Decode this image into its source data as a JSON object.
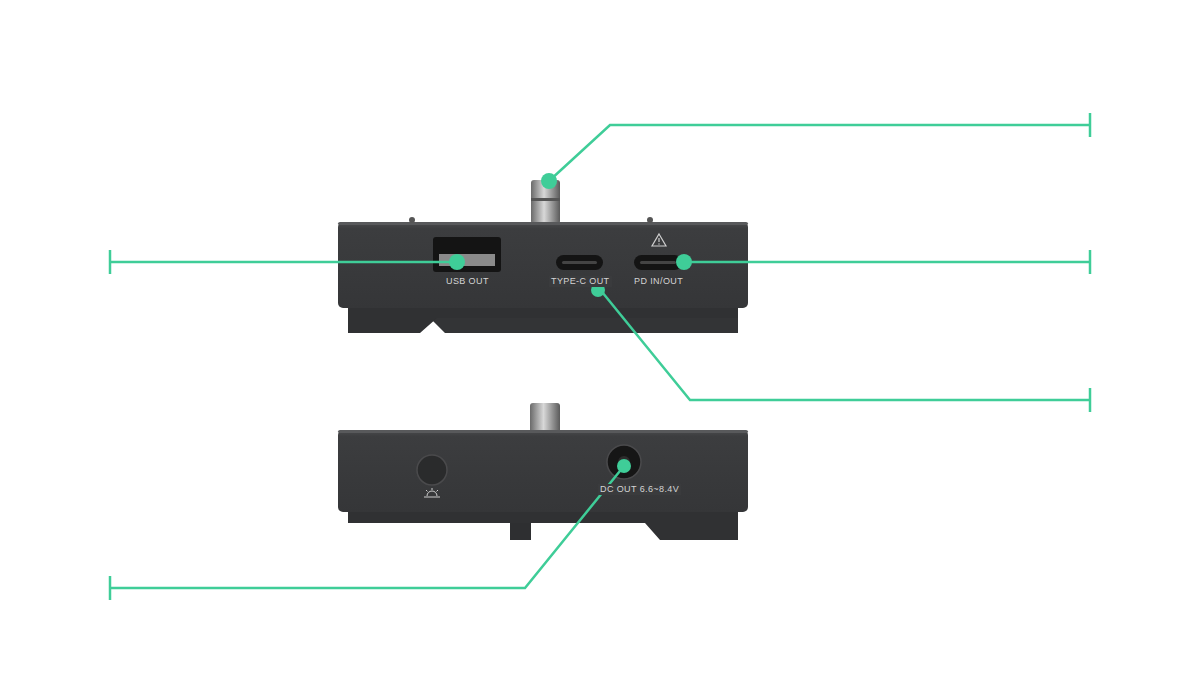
{
  "diagram": {
    "labels": [
      "USB OUT",
      "TYPE-C OUT",
      "PD IN/OUT",
      "DC OUT 6.6~8.4V"
    ]
  }
}
